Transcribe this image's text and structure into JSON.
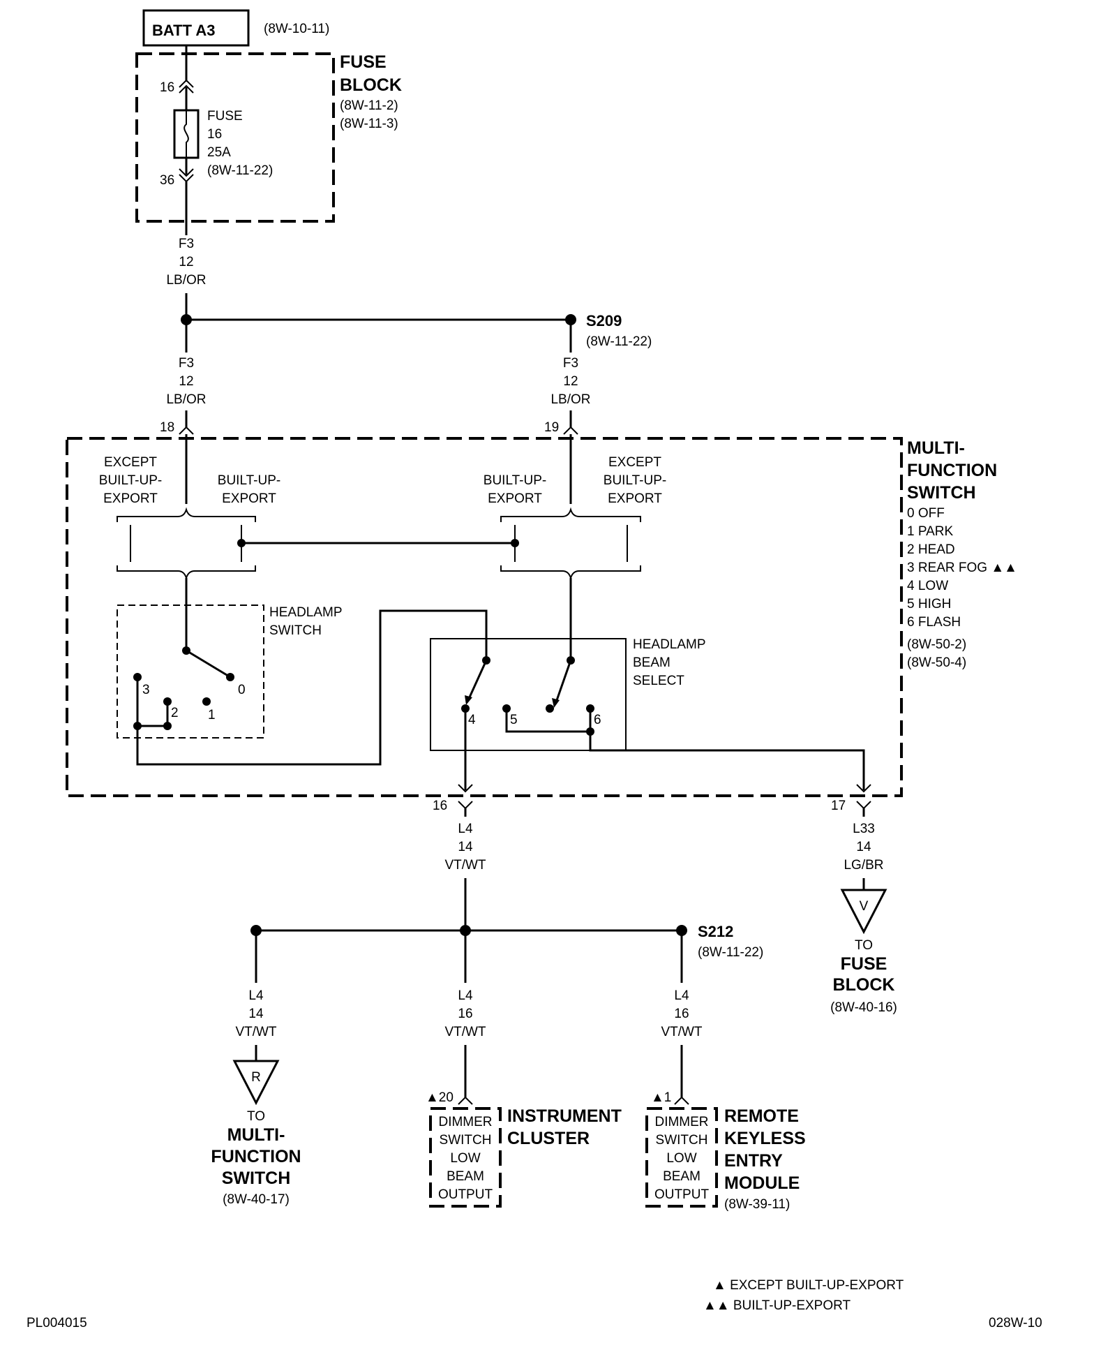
{
  "batt": {
    "label": "BATT A3",
    "ref": "(8W-10-11)"
  },
  "fuse_block": {
    "title1": "FUSE",
    "title2": "BLOCK",
    "ref1": "(8W-11-2)",
    "ref2": "(8W-11-3)"
  },
  "fuse": {
    "line1": "FUSE",
    "line2": "16",
    "line3": "25A",
    "line4": "(8W-11-22)",
    "pin_in": "16",
    "pin_out": "36"
  },
  "wire_f3_top": {
    "circuit": "F3",
    "gauge": "12",
    "color": "LB/OR"
  },
  "wire_f3_left": {
    "circuit": "F3",
    "gauge": "12",
    "color": "LB/OR"
  },
  "wire_f3_right": {
    "circuit": "F3",
    "gauge": "12",
    "color": "LB/OR"
  },
  "s209": {
    "label": "S209",
    "ref": "(8W-11-22)"
  },
  "mfs": {
    "title1": "MULTI-",
    "title2": "FUNCTION",
    "title3": "SWITCH",
    "pos0": "0 OFF",
    "pos1": "1 PARK",
    "pos2": "2 HEAD",
    "pos3": "3 REAR FOG ▲▲",
    "pos4": "4 LOW",
    "pos5": "5 HIGH",
    "pos6": "6 FLASH",
    "ref1": "(8W-50-2)",
    "ref2": "(8W-50-4)",
    "pin18": "18",
    "pin19": "19",
    "pin16": "16",
    "pin17": "17"
  },
  "left_variant": {
    "except1": "EXCEPT",
    "except2": "BUILT-UP-",
    "except3": "EXPORT",
    "bu1": "BUILT-UP-",
    "bu2": "EXPORT"
  },
  "right_variant": {
    "bu1": "BUILT-UP-",
    "bu2": "EXPORT",
    "except1": "EXCEPT",
    "except2": "BUILT-UP-",
    "except3": "EXPORT"
  },
  "headlamp_switch": {
    "label1": "HEADLAMP",
    "label2": "SWITCH",
    "c0": "0",
    "c1": "1",
    "c2": "2",
    "c3": "3"
  },
  "beam_select": {
    "label1": "HEADLAMP",
    "label2": "BEAM",
    "label3": "SELECT",
    "c4": "4",
    "c5": "5",
    "c6": "6"
  },
  "wire_l4_main": {
    "circuit": "L4",
    "gauge": "14",
    "color": "VT/WT"
  },
  "wire_l33": {
    "circuit": "L33",
    "gauge": "14",
    "color": "LG/BR"
  },
  "connector_v": {
    "letter": "V",
    "to": "TO",
    "dest1": "FUSE",
    "dest2": "BLOCK",
    "ref": "(8W-40-16)"
  },
  "s212": {
    "label": "S212",
    "ref": "(8W-11-22)"
  },
  "wire_l4_left": {
    "circuit": "L4",
    "gauge": "14",
    "color": "VT/WT"
  },
  "wire_l4_mid": {
    "circuit": "L4",
    "gauge": "16",
    "color": "VT/WT"
  },
  "wire_l4_right": {
    "circuit": "L4",
    "gauge": "16",
    "color": "VT/WT"
  },
  "connector_r": {
    "letter": "R",
    "to": "TO",
    "dest1": "MULTI-",
    "dest2": "FUNCTION",
    "dest3": "SWITCH",
    "ref": "(8W-40-17)"
  },
  "instrument_cluster": {
    "pin": "▲20",
    "box1": "DIMMER",
    "box2": "SWITCH",
    "box3": "LOW",
    "box4": "BEAM",
    "box5": "OUTPUT",
    "title1": "INSTRUMENT",
    "title2": "CLUSTER"
  },
  "rke_module": {
    "pin": "▲1",
    "box1": "DIMMER",
    "box2": "SWITCH",
    "box3": "LOW",
    "box4": "BEAM",
    "box5": "OUTPUT",
    "title1": "REMOTE",
    "title2": "KEYLESS",
    "title3": "ENTRY",
    "title4": "MODULE",
    "ref": "(8W-39-11)"
  },
  "legend": {
    "single": "▲ EXCEPT BUILT-UP-EXPORT",
    "double": "▲▲ BUILT-UP-EXPORT"
  },
  "footer": {
    "left": "PL004015",
    "right": "028W-10"
  }
}
